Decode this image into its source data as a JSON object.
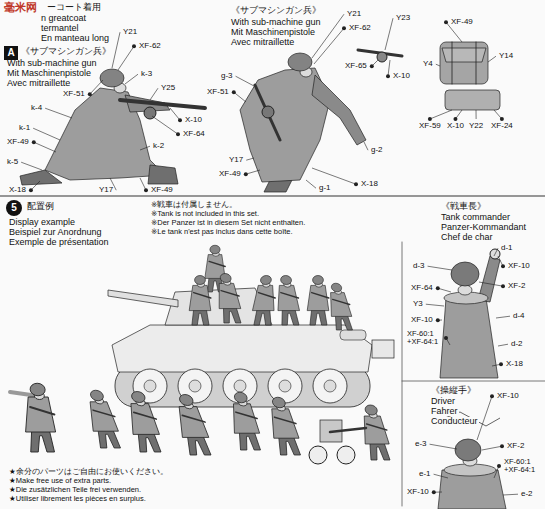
{
  "diagram": {
    "nodes": [
      {
        "text": [
          "A"
        ]
      },
      {
        "text": [
          "5"
        ]
      }
    ],
    "labels": [
      "毫米网",
      "ーコート着用",
      "n greatcoat",
      "termantel",
      "En manteau long",
      "《サブマシンガン兵》",
      "With sub-machine gun",
      "Mit Maschinenpistole",
      "Avec mitraillette",
      "XF-51",
      "Y21",
      "XF-62",
      "k-3",
      "Y25",
      "k-4",
      "X-10",
      "XF-64",
      "k-1",
      "XF-49",
      "k-5",
      "k-2",
      "Y17",
      "XF-49",
      "X-18",
      "《サブマシンガン兵》",
      "With sub-machine gun",
      "Mit Maschinenpistole",
      "Avec mitraillette",
      "Y21",
      "XF-62",
      "Y23",
      "XF-65",
      "X-10",
      "XF-49",
      "Y4",
      "Y14",
      "XF-59",
      "X-10",
      "Y22",
      "XF-24",
      "g-3",
      "XF-51",
      "g-2",
      "Y17",
      "XF-49",
      "g-1",
      "X-18",
      "配置例",
      "Display example",
      "Beispiel zur Anordnung",
      "Exemple de présentation",
      "※戦車は付属しません。",
      "※Tank is not included in this set.",
      "※Der Panzer ist in diesem Set nicht enthalten.",
      "※Le tank n'est pas inclus dans cette boîte.",
      "《戦車長》",
      "Tank commander",
      "Panzer-Kommandant",
      "Chef de char",
      "d-1",
      "XF-10",
      "d-3",
      "XF-2",
      "XF-64",
      "Y3",
      "XF-10",
      "d-4",
      "XF-60:1 +XF-64:1",
      "d-2",
      "X-18",
      "《操縦手》",
      "Driver",
      "Fahrer",
      "Conducteur",
      "XF-10",
      "e-3",
      "XF-2",
      "XF-60:1 +XF-64:1",
      "e-1",
      "XF-10",
      "e-2",
      "★余分のパーツはご自由にお使いください。",
      "★Make free use of extra parts.",
      "★Die zusätzlichen Teile frei verwenden.",
      "★Utiliser librement les pièces en surplus."
    ]
  }
}
